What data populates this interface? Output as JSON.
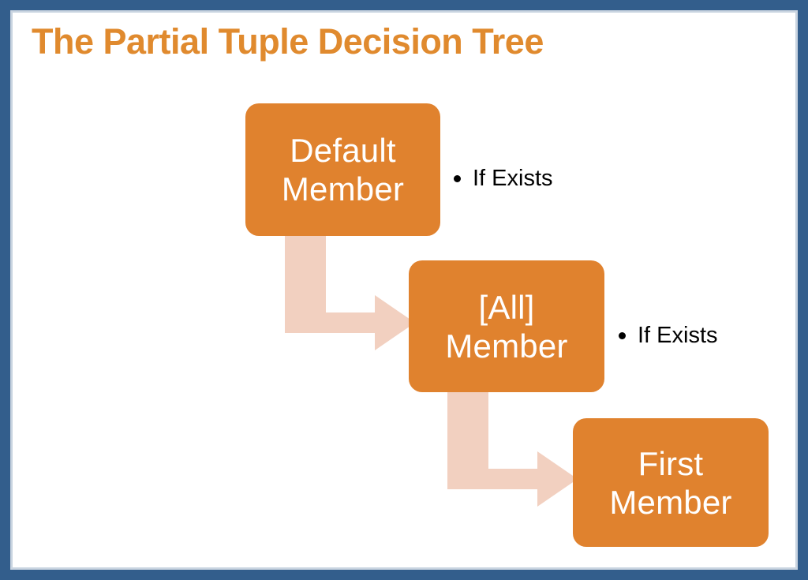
{
  "slide": {
    "title": "The Partial Tuple Decision Tree",
    "theme": {
      "frame_color": "#335E8C",
      "frame_inner_color": "#c9d4e0",
      "title_color": "#E08A2E",
      "node_fill": "#E0822E",
      "node_text_color": "#FFFFFF",
      "connector_color": "#F2D0C0",
      "bullet_text_color": "#000000",
      "background": "#FFFFFF"
    }
  },
  "diagram": {
    "type": "flowchart",
    "nodes": [
      {
        "id": "default-member",
        "label": "Default\nMember"
      },
      {
        "id": "all-member",
        "label": "[All]\nMember"
      },
      {
        "id": "first-member",
        "label": "First\nMember"
      }
    ],
    "connectors": [
      {
        "id": "connector-1",
        "from": "default-member",
        "to": "all-member",
        "shape": "bent-arrow-down-right"
      },
      {
        "id": "connector-2",
        "from": "all-member",
        "to": "first-member",
        "shape": "bent-arrow-down-right"
      }
    ],
    "annotations": [
      {
        "id": "bullet-default",
        "attached_to": "default-member",
        "text": "If Exists"
      },
      {
        "id": "bullet-all",
        "attached_to": "all-member",
        "text": "If Exists"
      }
    ]
  }
}
